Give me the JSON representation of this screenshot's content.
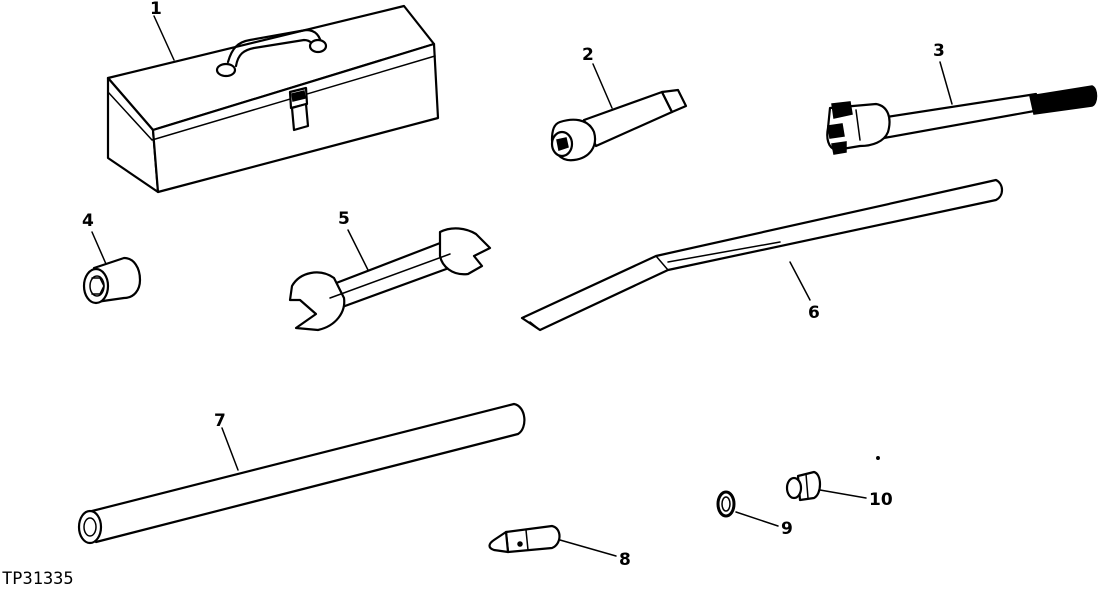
{
  "figure_id": "TP31335",
  "callouts": [
    {
      "number": "1",
      "part": "toolbox"
    },
    {
      "number": "2",
      "part": "socket-extension"
    },
    {
      "number": "3",
      "part": "adjustment-wrench"
    },
    {
      "number": "4",
      "part": "socket"
    },
    {
      "number": "5",
      "part": "open-end-wrench"
    },
    {
      "number": "6",
      "part": "pry-bar"
    },
    {
      "number": "7",
      "part": "extension-tube"
    },
    {
      "number": "8",
      "part": "punch"
    },
    {
      "number": "9",
      "part": "washer"
    },
    {
      "number": "10",
      "part": "plug"
    }
  ]
}
